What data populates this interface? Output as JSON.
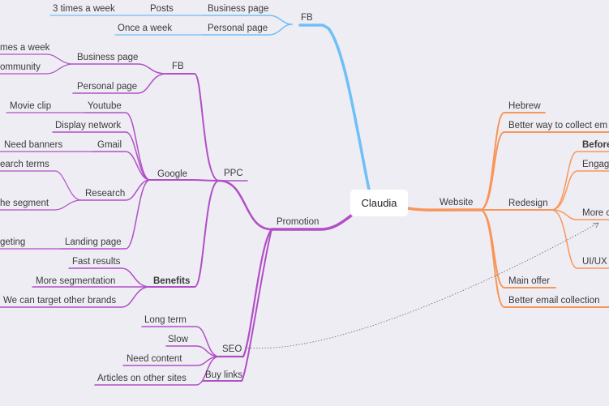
{
  "root": "Claudia",
  "colors": {
    "fb_blue": "#6ec0f7",
    "promotion_purple": "#b04fc6",
    "website_orange": "#f8965a",
    "background": "#efedf4"
  },
  "fb_top": {
    "label": "FB",
    "business_page": "Business page",
    "posts": "Posts",
    "three_times": "3 times a week",
    "personal_page": "Personal page",
    "once_week": "Once a week"
  },
  "promotion": {
    "label": "Promotion",
    "ppc": {
      "label": "PPC",
      "fb": {
        "label": "FB",
        "business_page": "Business page",
        "times_week_partial": "mes a week",
        "community_partial": "ommunity",
        "personal_page": "Personal page"
      },
      "google": {
        "label": "Google",
        "youtube": "Youtube",
        "movie_clip": "Movie clip",
        "display_network": "Display network",
        "gmail": "Gmail",
        "need_banners": "Need banners",
        "research": "Research",
        "search_terms_partial": "earch terms",
        "segment_partial": "he segment",
        "landing_page": "Landing page",
        "targeting_partial": "geting"
      },
      "benefits": {
        "label": "Benefits",
        "fast_results": "Fast results",
        "more_segmentation": "More segmentation",
        "target_brands": "We can target other brands"
      }
    },
    "seo": {
      "label": "SEO",
      "long_term": "Long term",
      "slow": "Slow",
      "need_content": "Need content",
      "articles": "Articles on other sites"
    },
    "buy_links": "Buy links"
  },
  "website": {
    "label": "Website",
    "hebrew": "Hebrew",
    "better_way": "Better way to collect em",
    "redesign": {
      "label": "Redesign",
      "before_partial": "Before",
      "engage_partial": "Engag",
      "more_partial": "More c",
      "uiux_partial": "UI/UX"
    },
    "main_offer": "Main offer",
    "better_email": "Better email collection"
  }
}
